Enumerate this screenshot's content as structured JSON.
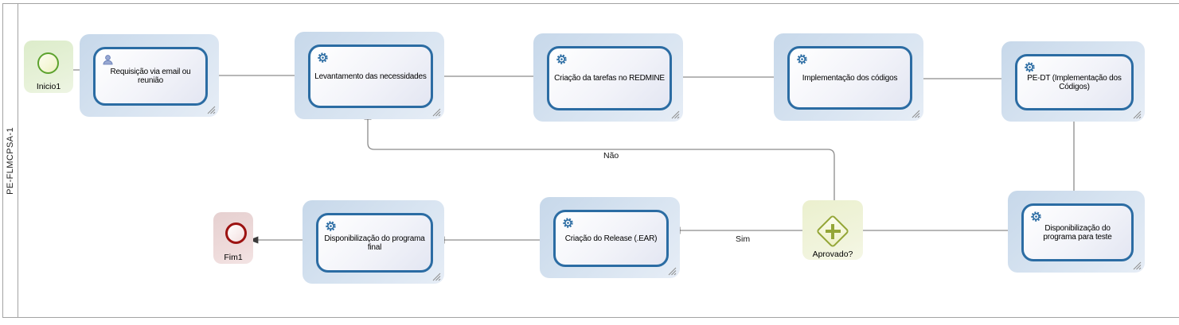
{
  "pool": {
    "label": "PE-FLMCPSA-1"
  },
  "nodes": {
    "start": {
      "type": "start-event",
      "label": "Inicio1"
    },
    "end": {
      "type": "end-event",
      "label": "Fim1"
    },
    "gateway": {
      "type": "inclusive-gateway",
      "label": "Aprovado?"
    },
    "tasks": [
      {
        "label": "Requisição via email ou reunião",
        "icon": "user-icon"
      },
      {
        "label": "Levantamento das necessidades",
        "icon": "gear-icon"
      },
      {
        "label": "Criação da tarefas no REDMINE",
        "icon": "gear-icon"
      },
      {
        "label": "Implementação dos códigos",
        "icon": "gear-icon"
      },
      {
        "label": "PE-DT (Implementação dos Códigos)",
        "icon": "gear-icon"
      },
      {
        "label": "Disponibilização do programa para teste",
        "icon": "gear-icon"
      },
      {
        "label": "Criação do Release (.EAR)",
        "icon": "gear-icon"
      },
      {
        "label": "Disponibilização do programa final",
        "icon": "gear-icon"
      }
    ]
  },
  "flows": {
    "no_label": "Não",
    "yes_label": "Sim"
  },
  "colors": {
    "task_border": "#2b6ca3",
    "task_halo": "#cfdeee",
    "start_stroke": "#5ca22d",
    "start_halo": "#e3efd4",
    "end_stroke": "#9c1211",
    "end_halo": "#ecd9d9",
    "gateway_stroke": "#94a637",
    "gateway_halo": "#eff3da",
    "connector": "#8c8c8c"
  }
}
